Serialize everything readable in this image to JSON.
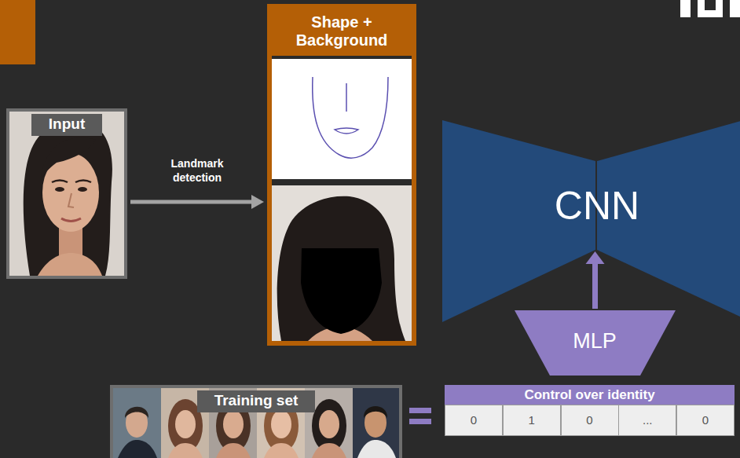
{
  "diagram": {
    "nodes": [
      {
        "text": [
          "Input"
        ]
      },
      {
        "text": [
          "Shape + Background"
        ]
      },
      {
        "text": [
          "CNN"
        ]
      },
      {
        "text": [
          "MLP"
        ]
      },
      {
        "text": [
          "Training set"
        ]
      },
      {
        "text": [
          "Control over identity"
        ]
      },
      {
        "text": [
          "0"
        ],
        "in": 5
      },
      {
        "text": [
          "1"
        ],
        "in": 5
      },
      {
        "text": [
          "0"
        ],
        "in": 5
      },
      {
        "text": [
          "..."
        ],
        "in": 5
      },
      {
        "text": [
          "0"
        ],
        "in": 5
      }
    ],
    "edges": [
      {
        "from": 0,
        "to": 1,
        "arrow": "to",
        "label": "Landmark detection"
      },
      {
        "from": 3,
        "to": 2,
        "arrow": "to"
      }
    ]
  }
}
